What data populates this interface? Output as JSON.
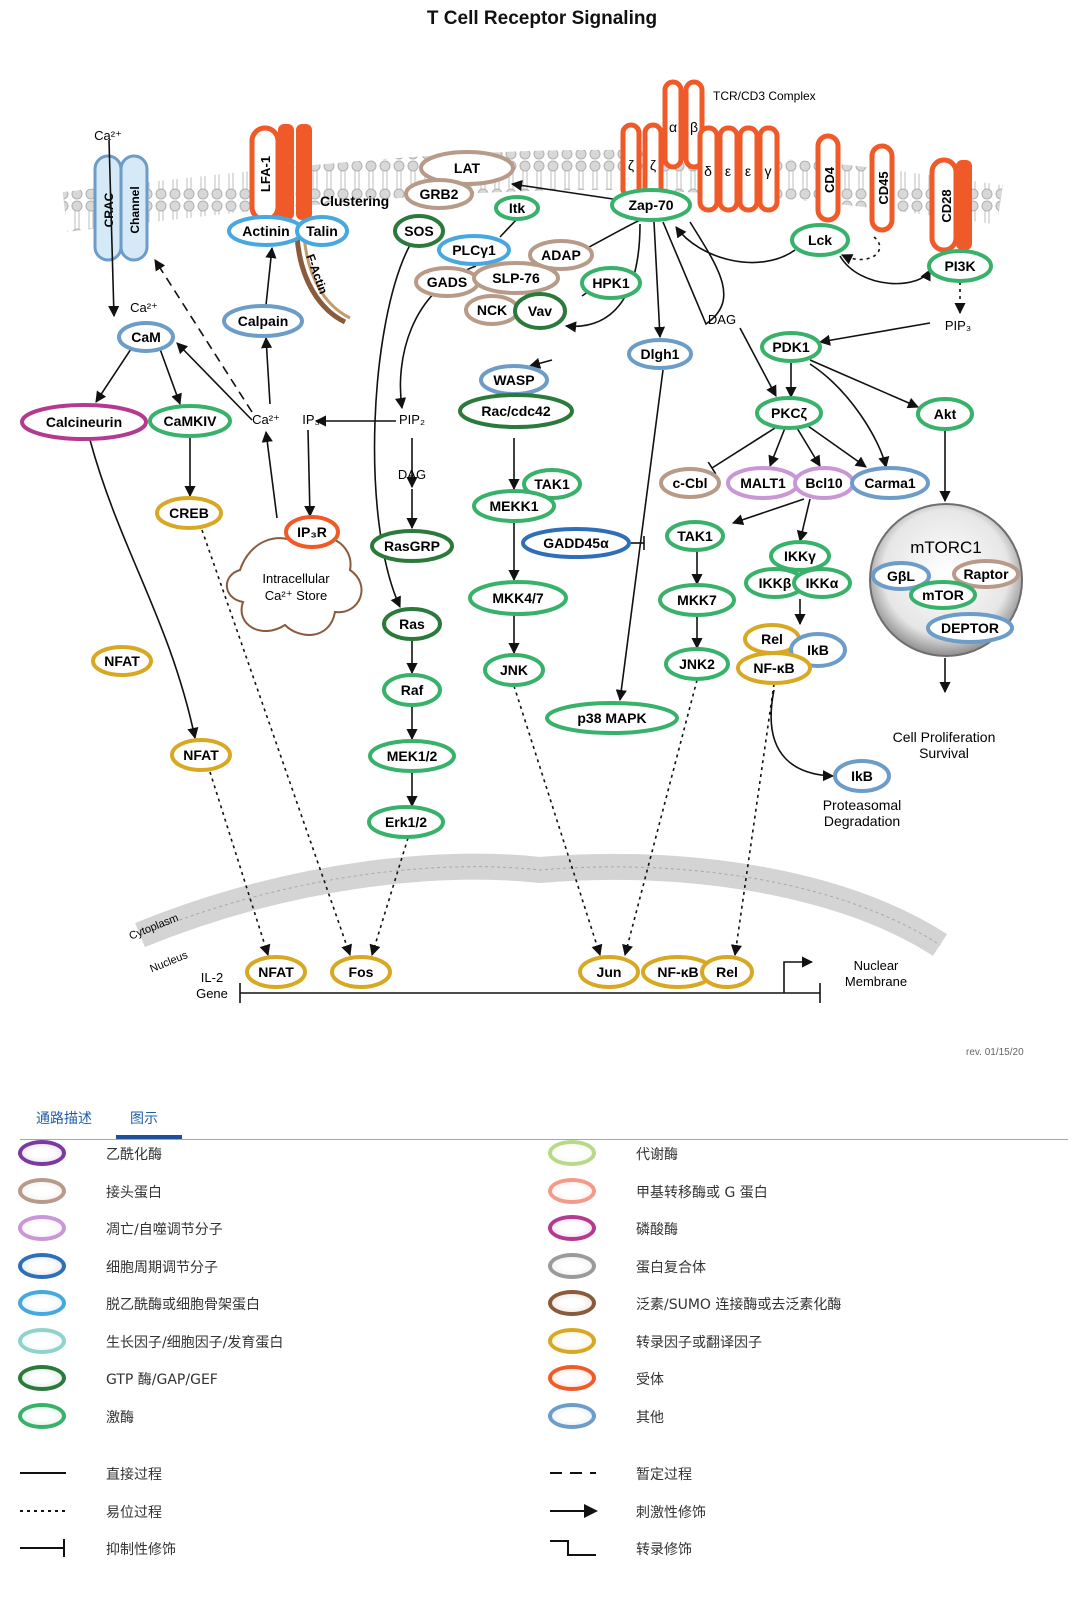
{
  "title": "T Cell Receptor Signaling",
  "revision": "rev. 01/15/20",
  "tabs": [
    {
      "label": "通路描述"
    },
    {
      "label": "图示"
    }
  ],
  "selected_tab": "图示",
  "colors": {
    "kinase": "#38b26a",
    "adaptor": "#b79a88",
    "apoptosis": "#c997d6",
    "cell_cycle": "#2f6fb8",
    "deacetylase": "#47a8e0",
    "growth_factor": "#8fd3cc",
    "gtpase": "#2b7a3c",
    "metabolic": "#b8d98a",
    "methyltransferase": "#f49a8b",
    "phosphatase": "#b43a8f",
    "complex": "#9a9a9a",
    "ubiquitin": "#8a5a3c",
    "transcription": "#d9a823",
    "receptor": "#f05a28",
    "other": "#6c9cc8",
    "membrane": "#c9c9c9"
  },
  "labels": {
    "ca_top": "Ca²⁺",
    "crac": "CRAC Channel",
    "lfa1": "LFA-1",
    "clustering": "Clustering",
    "factin": "F-Actin",
    "tcr": "TCR/CD3 Complex",
    "alpha": "α",
    "beta": "β",
    "zeta": "ζ",
    "delta": "δ",
    "epsilon": "ε",
    "gamma": "γ",
    "cd4": "CD4",
    "cd45": "CD45",
    "cd28": "CD28",
    "ca_mid": "Ca²⁺",
    "ca_right": "Ca²⁺",
    "ip3": "IP₃",
    "pip2": "PIP₂",
    "dag_left": "DAG",
    "dag_right": "DAG",
    "pip3": "PIP₃",
    "intracellular": "Intracellular Ca²⁺ Store",
    "cell_prolif": "Cell Proliferation Survival",
    "proteasomal": "Proteasomal Degradation",
    "cytoplasm": "Cytoplasm",
    "nucleus": "Nucleus",
    "il2": "IL-2 Gene",
    "nuclear_membrane": "Nuclear Membrane",
    "mtorc1": "mTORC1"
  },
  "nodes": {
    "lat": "LAT",
    "grb2": "GRB2",
    "sos": "SOS",
    "actinin": "Actinin",
    "talin": "Talin",
    "itk": "Itk",
    "zap70": "Zap-70",
    "plcg1": "PLCγ1",
    "adap": "ADAP",
    "gads": "GADS",
    "slp76": "SLP-76",
    "hpk1": "HPK1",
    "nck": "NCK",
    "vav": "Vav",
    "lck": "Lck",
    "pi3k": "PI3K",
    "cam": "CaM",
    "calpain": "Calpain",
    "dlgh1": "Dlgh1",
    "pdk1": "PDK1",
    "wasp": "WASP",
    "rac": "Rac/cdc42",
    "calcineurin": "Calcineurin",
    "camkiv": "CaMKIV",
    "pkcz": "PKCζ",
    "akt": "Akt",
    "tak1a": "TAK1",
    "mekk1": "MEKK1",
    "creb": "CREB",
    "ip3r": "IP₃R",
    "rasgrp": "RasGRP",
    "cbl": "c-Cbl",
    "malt1": "MALT1",
    "bcl10": "Bcl10",
    "carma1": "Carma1",
    "gadd45": "GADD45α",
    "tak1b": "TAK1",
    "ikkg": "IKKγ",
    "ikkb": "IKKβ",
    "ikka": "IKKα",
    "gbl": "GβL",
    "raptor": "Raptor",
    "mtor": "mTOR",
    "deptor": "DEPTOR",
    "mkk47": "MKK4/7",
    "mkk7": "MKK7",
    "ras": "Ras",
    "rel": "Rel",
    "ikb": "IkB",
    "nfkb": "NF-κB",
    "nfat1": "NFAT",
    "jnk": "JNK",
    "jnk2": "JNK2",
    "raf": "Raf",
    "p38": "p38 MAPK",
    "nfat2": "NFAT",
    "mek12": "MEK1/2",
    "ikb2": "IkB",
    "erk12": "Erk1/2",
    "nfat_n": "NFAT",
    "fos": "Fos",
    "jun": "Jun",
    "nfkb_n": "NF-κB",
    "rel_n": "Rel"
  },
  "legend": [
    {
      "label": "乙酰化酶",
      "color": "#7b3aa0"
    },
    {
      "label": "代谢酶",
      "color": "#b8d98a"
    },
    {
      "label": "接头蛋白",
      "color": "#b79a88"
    },
    {
      "label": "甲基转移酶或 G 蛋白",
      "color": "#f49a8b"
    },
    {
      "label": "凋亡/自噬调节分子",
      "color": "#c997d6"
    },
    {
      "label": "磷酸酶",
      "color": "#b43a8f"
    },
    {
      "label": "细胞周期调节分子",
      "color": "#2f6fb8"
    },
    {
      "label": "蛋白复合体",
      "color": "#9a9a9a"
    },
    {
      "label": "脱乙酰酶或细胞骨架蛋白",
      "color": "#47a8e0"
    },
    {
      "label": "泛素/SUMO 连接酶或去泛素化酶",
      "color": "#8a5a3c"
    },
    {
      "label": "生长因子/细胞因子/发育蛋白",
      "color": "#8fd3cc"
    },
    {
      "label": "转录因子或翻译因子",
      "color": "#d9a823"
    },
    {
      "label": "GTP 酶/GAP/GEF",
      "color": "#2b7a3c"
    },
    {
      "label": "受体",
      "color": "#f05a28"
    },
    {
      "label": "激酶",
      "color": "#38b26a"
    },
    {
      "label": "其他",
      "color": "#6c9cc8"
    }
  ],
  "line_legend": [
    {
      "label": "直接过程",
      "type": "solid"
    },
    {
      "label": "暂定过程",
      "type": "dashed"
    },
    {
      "label": "易位过程",
      "type": "dotted"
    },
    {
      "label": "刺激性修饰",
      "type": "arrow"
    },
    {
      "label": "抑制性修饰",
      "type": "inhibit"
    },
    {
      "label": "转录修饰",
      "type": "transcription"
    }
  ]
}
